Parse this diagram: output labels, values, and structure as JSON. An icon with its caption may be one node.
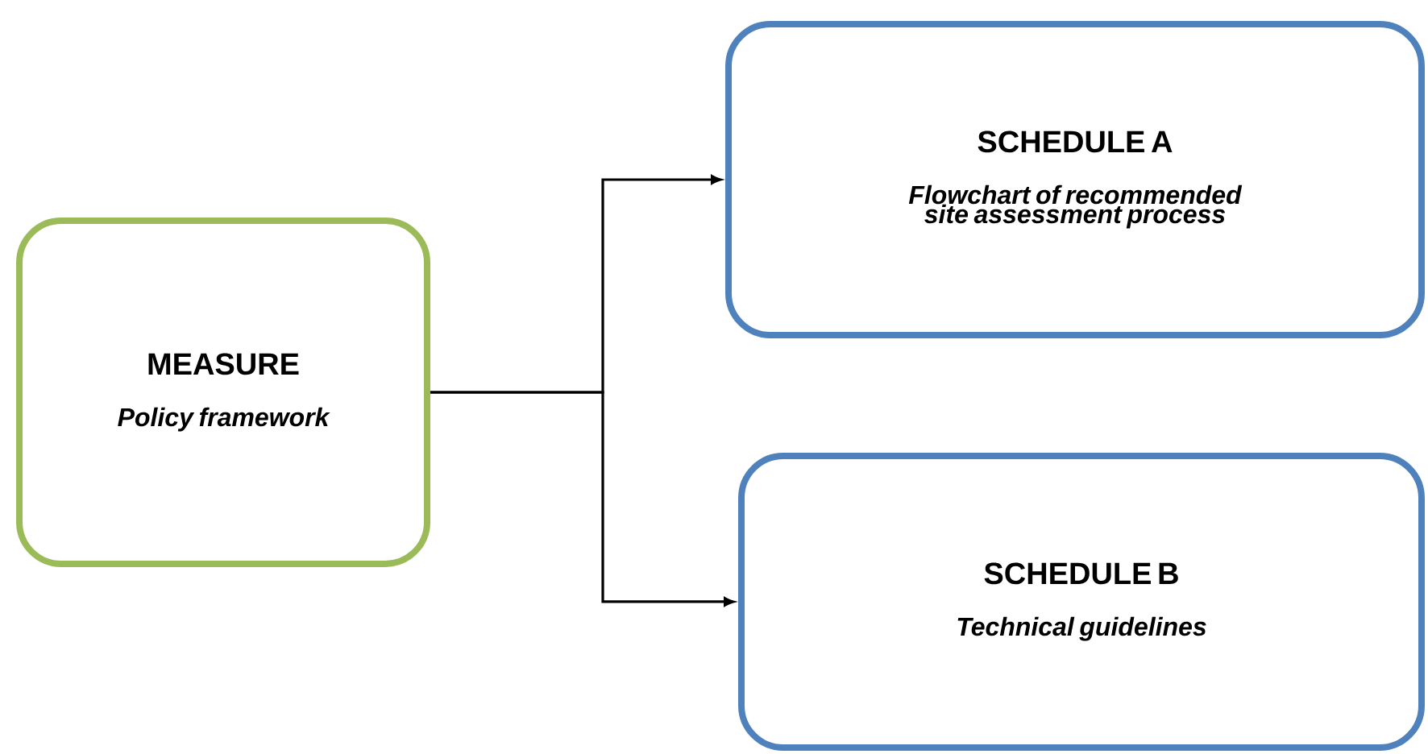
{
  "diagram": {
    "nodes": [
      {
        "text": [
          "MEASURE",
          "Policy framework"
        ]
      },
      {
        "text": [
          "SCHEDULE A",
          "Flowchart of recommended site assessment process"
        ]
      },
      {
        "text": [
          "SCHEDULE B",
          "Technical guidelines"
        ]
      }
    ],
    "edges": [
      {
        "from": 0,
        "to": 1,
        "arrow": "to"
      },
      {
        "from": 0,
        "to": 2,
        "arrow": "to"
      }
    ]
  }
}
